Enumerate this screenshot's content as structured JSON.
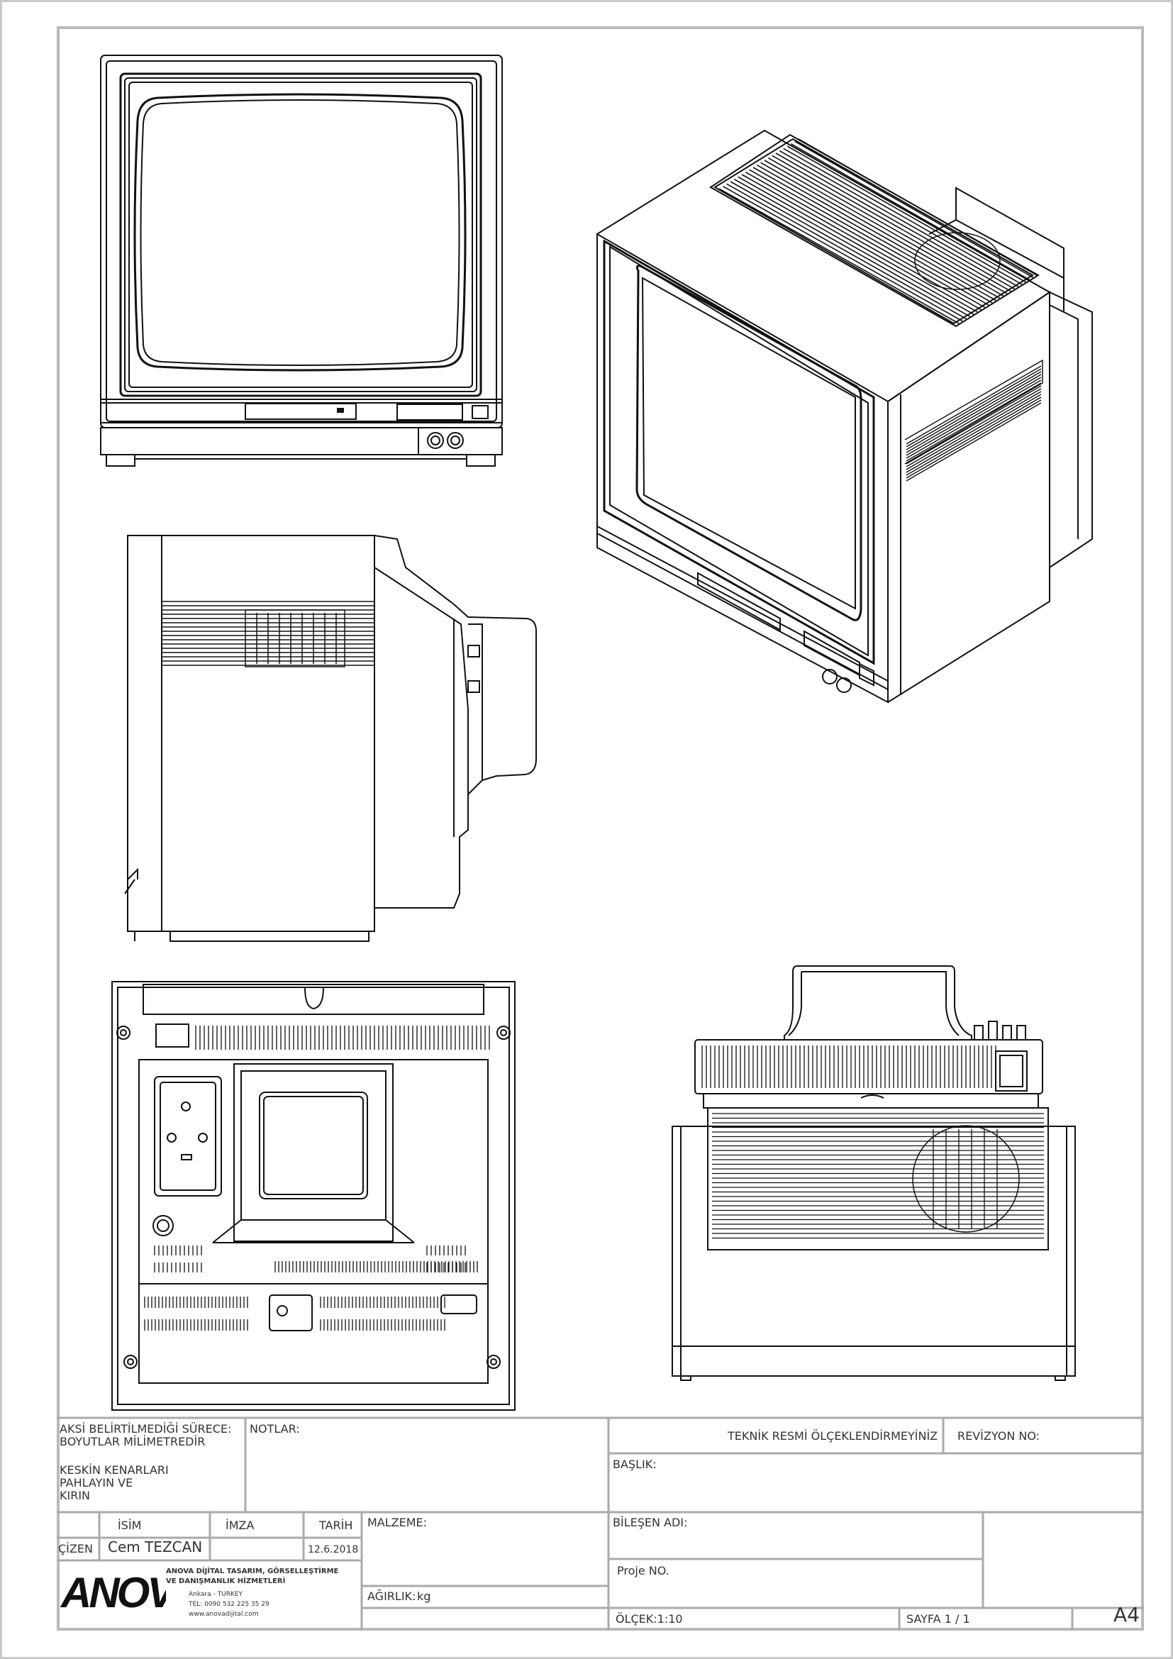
{
  "notes_block": {
    "tolerance_line1": "AKSİ BELİRTİLMEDİĞİ SÜRECE:",
    "tolerance_line2": "BOYUTLAR MİLİMETREDİR",
    "edge_line1": "KESKİN KENARLARI",
    "edge_line2": "PAHLAYIN VE",
    "edge_line3": "KIRIN",
    "notes_label": "NOTLAR:"
  },
  "header_block": {
    "no_scale_warning": "TEKNİK RESMİ ÖLÇEKLENDİRMEYİNİZ",
    "revision_label": "REVİZYON NO:",
    "title_label": "BAŞLIK:",
    "component_label": "BİLEŞEN ADI:",
    "project_label": "Proje NO.",
    "material_label": "MALZEME:",
    "weight_label": "AĞIRLIK:",
    "weight_unit": "kg",
    "scale": "ÖLÇEK:1:10",
    "sheet": "SAYFA 1 / 1",
    "paper_size": "A4"
  },
  "signature_table": {
    "col_name": "İSİM",
    "col_signature": "İMZA",
    "col_date": "TARİH",
    "row_role": "ÇİZEN",
    "drawer_name": "Cem TEZCAN",
    "date": "12.6.2018"
  },
  "company": {
    "logo_text": "ANOVA",
    "name_line1": "ANOVA DİJİTAL TASARIM, GÖRSELLEŞTİRME",
    "name_line2": "VE DANIŞMANLIK HİZMETLERİ",
    "city": "Ankara - TURKEY",
    "phone": "TEL: 0090 532 225 35 29",
    "website": "www.anovadijital.com"
  },
  "colors": {
    "line": "#111111",
    "frame": "#b9b9b9"
  }
}
